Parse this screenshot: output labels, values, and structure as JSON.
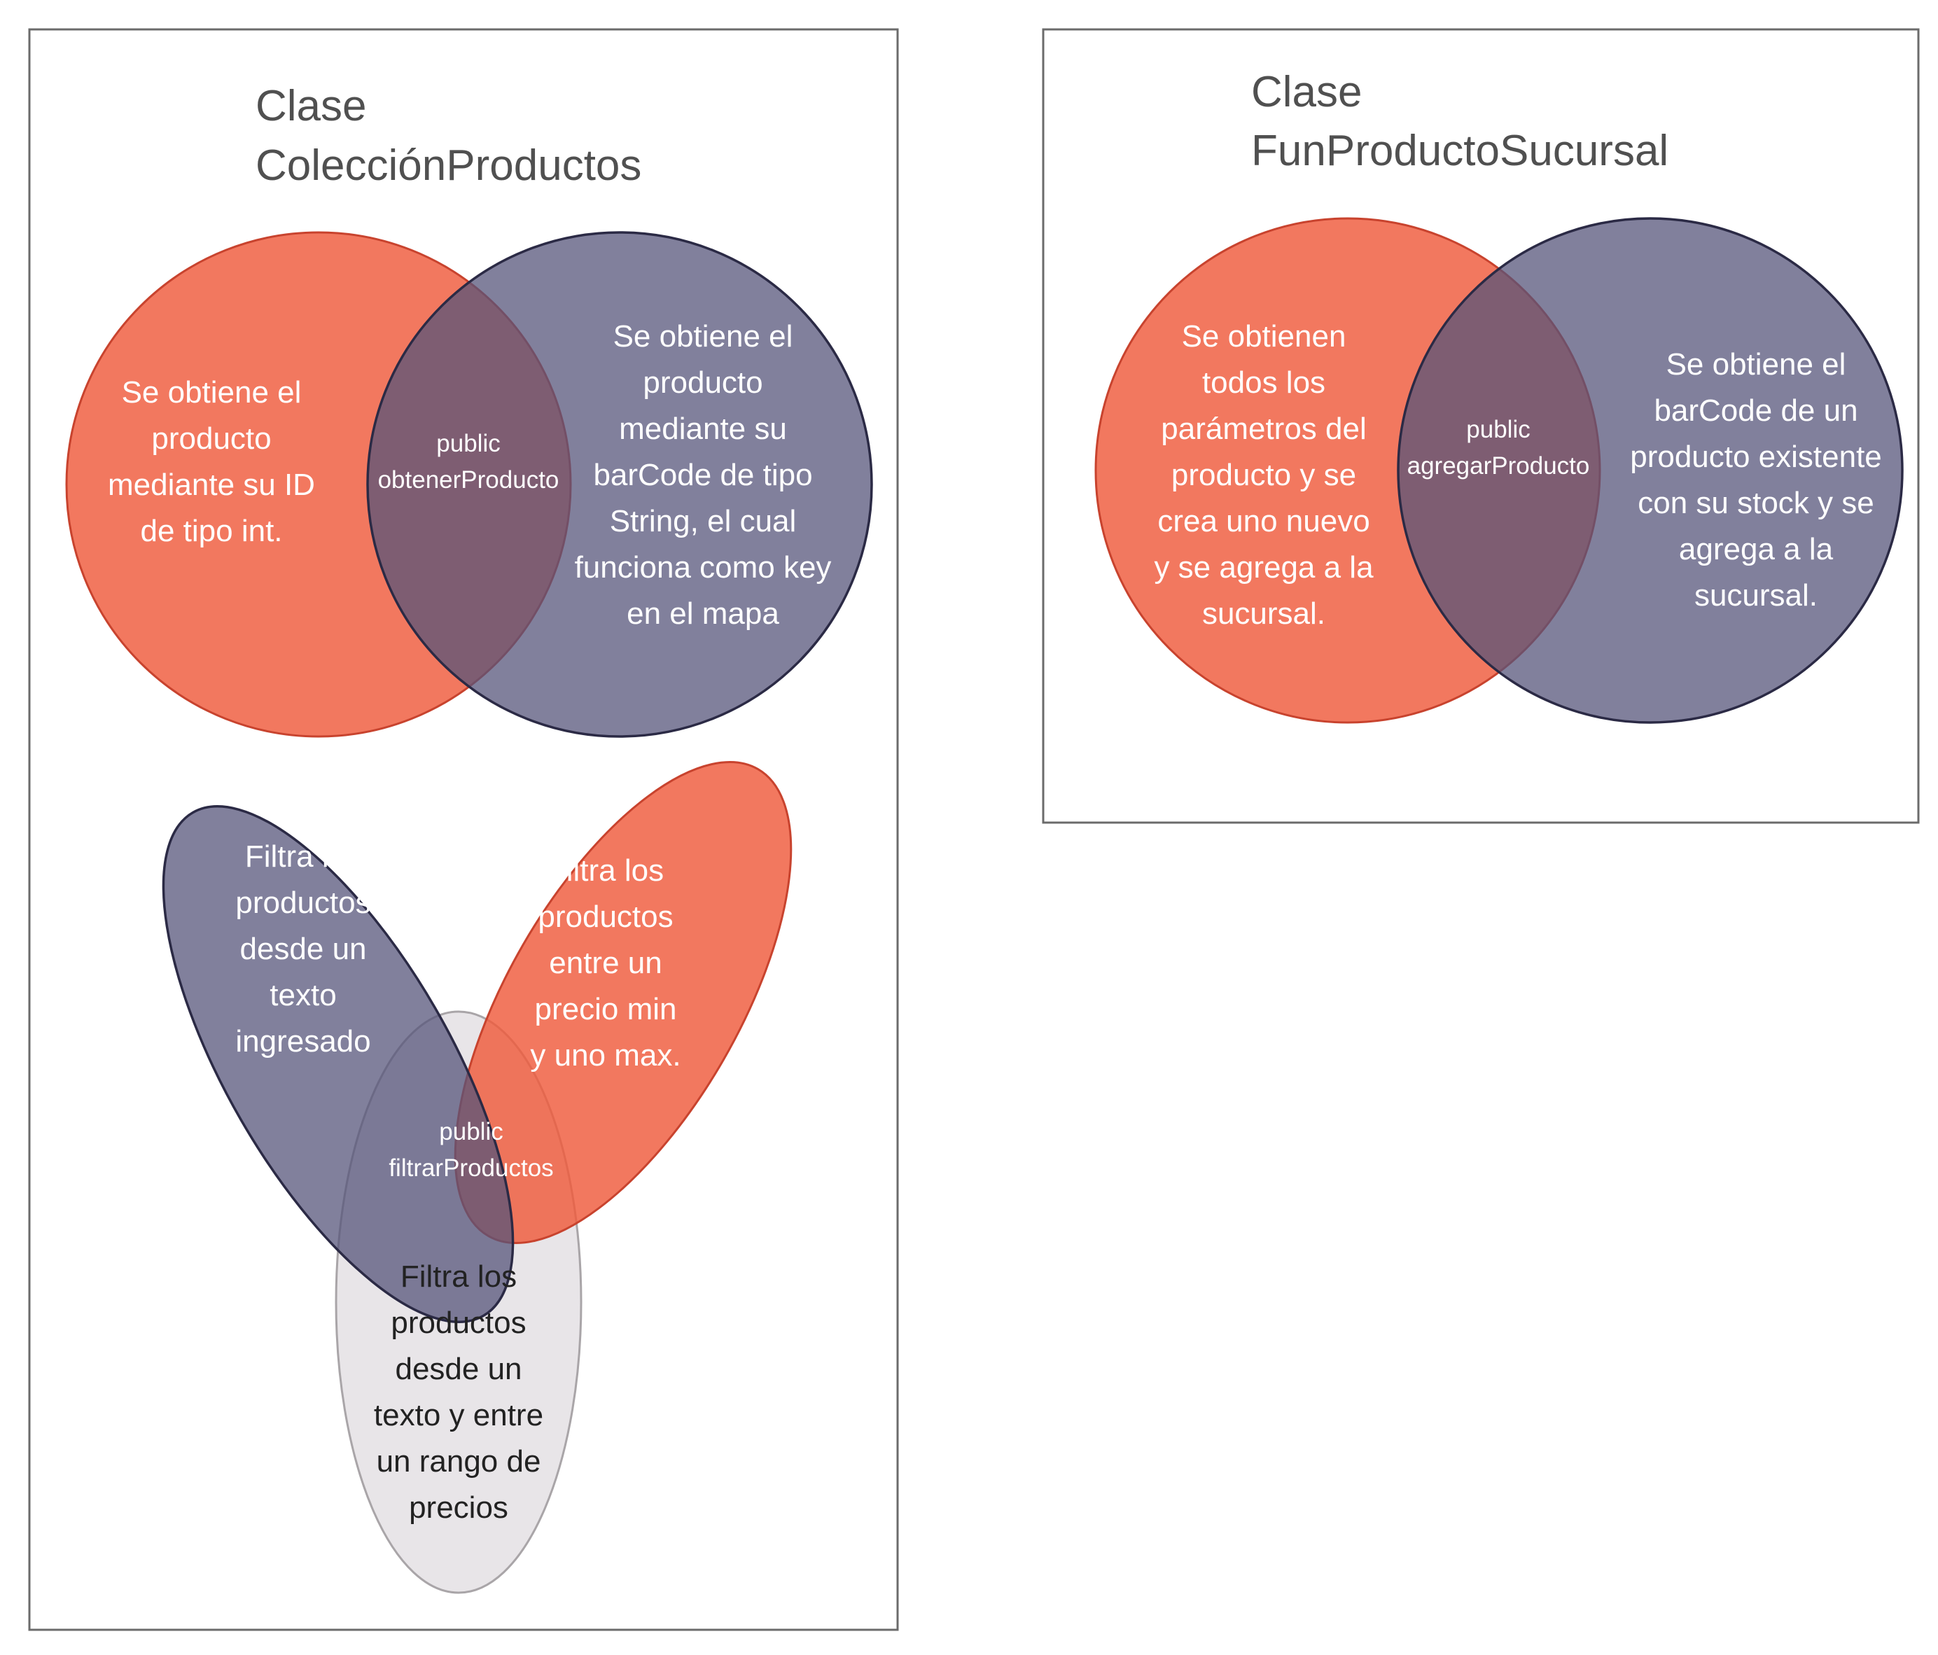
{
  "panels": {
    "coleccion": {
      "title_line1": "Clase",
      "title_line2": "ColecciónProductos",
      "venn_top": {
        "left_text": [
          "Se obtiene el",
          "producto",
          "mediante su ID",
          "de tipo int."
        ],
        "overlap_text": [
          "public",
          "obtenerProducto"
        ],
        "right_text": [
          "Se obtiene el",
          "producto",
          "mediante su",
          "barCode de tipo",
          "String, el cual",
          "funciona como key",
          "en el mapa"
        ]
      },
      "venn_bottom": {
        "left_text": [
          "Filtra los",
          "productos",
          "desde un",
          "texto",
          "ingresado"
        ],
        "right_text": [
          "Filtra  los",
          "productos",
          "entre un",
          "precio min",
          "y uno max."
        ],
        "bottom_text": [
          "Filtra los",
          "productos",
          "desde un",
          "texto y entre",
          "un rango de",
          "precios"
        ],
        "overlap_text": [
          "public",
          "filtrarProductos"
        ]
      }
    },
    "fun": {
      "title_line1": "Clase",
      "title_line2": "FunProductoSucursal",
      "venn": {
        "left_text": [
          "Se obtienen",
          "todos los",
          "parámetros del",
          "producto y se",
          "crea uno nuevo",
          "y se agrega a la",
          "sucursal."
        ],
        "overlap_text": [
          "public",
          "agregarProducto"
        ],
        "right_text": [
          "Se obtiene el",
          "barCode de un",
          "producto existente",
          "con su stock y se",
          "agrega a la",
          "sucursal."
        ]
      }
    }
  },
  "colors": {
    "orange": "#ef5a3c",
    "purple": "#55547a",
    "grey": "#e4e1e4"
  }
}
